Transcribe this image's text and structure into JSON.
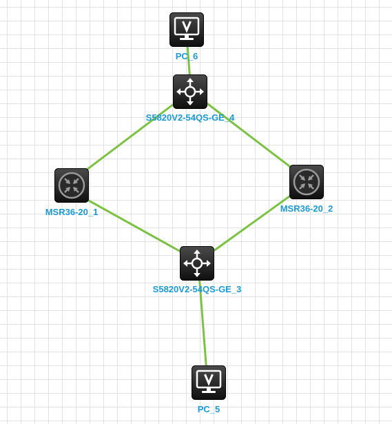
{
  "topology": {
    "link_color": "#7cc242",
    "label_color": "#1a9ad6",
    "devices": [
      {
        "id": "pc6",
        "name": "PC_6",
        "type": "pc",
        "icon": "monitor-icon"
      },
      {
        "id": "sw4",
        "name": "S5820V2-54QS-GE_4",
        "type": "switch",
        "icon": "switch-arrows-icon"
      },
      {
        "id": "r1",
        "name": "MSR36-20_1",
        "type": "router",
        "icon": "router-icon"
      },
      {
        "id": "r2",
        "name": "MSR36-20_2",
        "type": "router",
        "icon": "router-icon"
      },
      {
        "id": "sw3",
        "name": "S5820V2-54QS-GE_3",
        "type": "switch",
        "icon": "switch-arrows-icon"
      },
      {
        "id": "pc5",
        "name": "PC_5",
        "type": "pc",
        "icon": "monitor-icon"
      }
    ],
    "links": [
      {
        "from": "pc6",
        "to": "sw4"
      },
      {
        "from": "sw4",
        "to": "r1"
      },
      {
        "from": "sw4",
        "to": "r2"
      },
      {
        "from": "r1",
        "to": "sw3"
      },
      {
        "from": "r2",
        "to": "sw3"
      },
      {
        "from": "sw3",
        "to": "pc5"
      }
    ]
  }
}
